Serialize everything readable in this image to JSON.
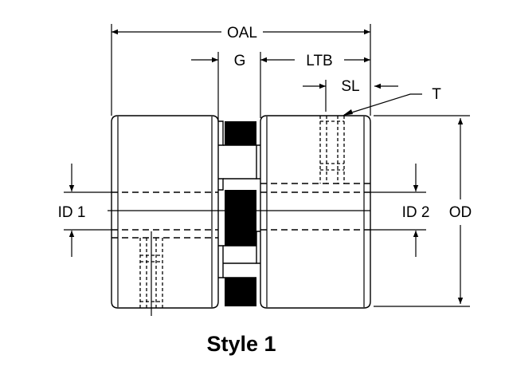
{
  "labels": {
    "oal": "OAL",
    "g": "G",
    "ltb": "LTB",
    "sl": "SL",
    "t": "T",
    "id1": "ID 1",
    "id2": "ID 2",
    "od": "OD"
  },
  "caption": "Style 1"
}
